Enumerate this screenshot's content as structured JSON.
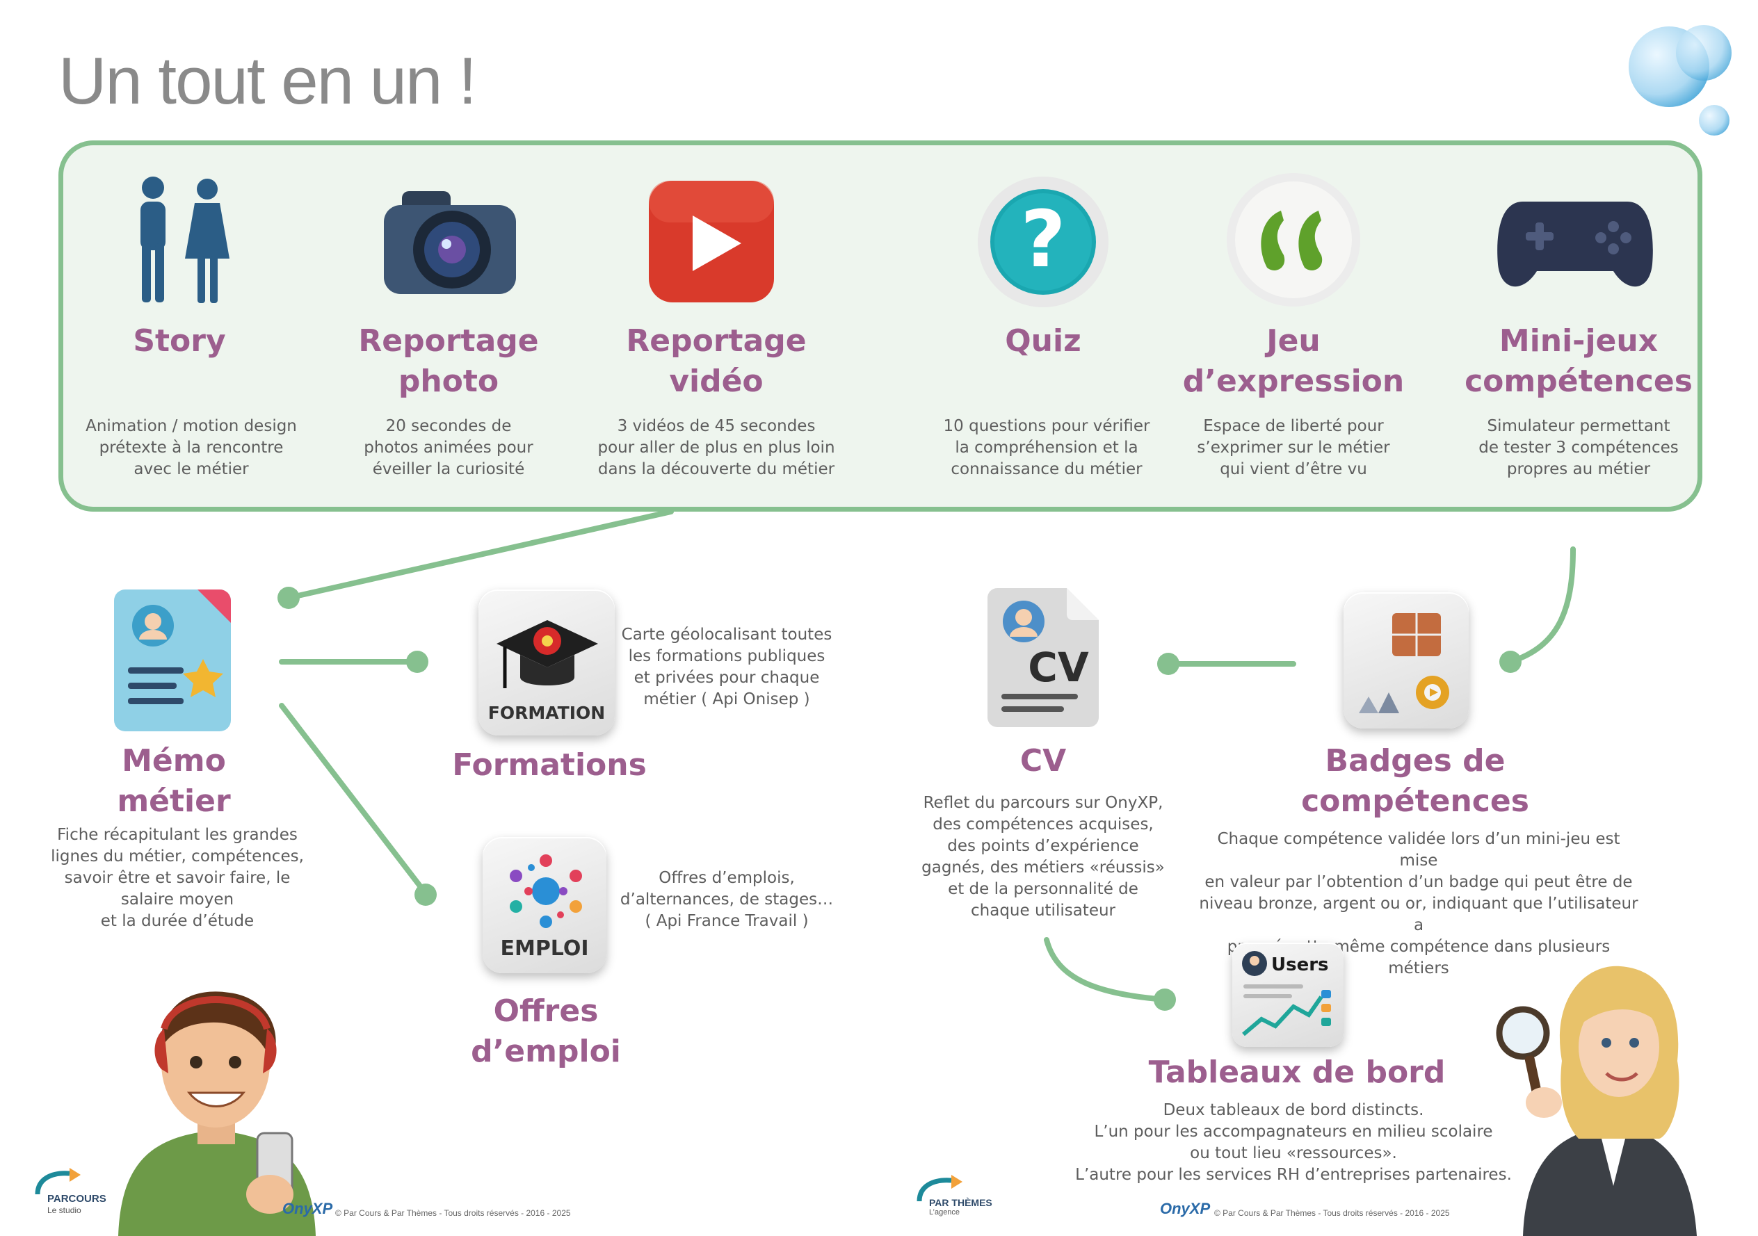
{
  "title": "Un tout en un !",
  "top_items": [
    {
      "name": "Story",
      "desc": "Animation / motion design\nprétexte à la rencontre\navec le métier",
      "icon": "people-icon"
    },
    {
      "name": "Reportage\nphoto",
      "desc": "20 secondes de\nphotos animées pour\néveiller la curiosité",
      "icon": "camera-icon"
    },
    {
      "name": "Reportage\nvidéo",
      "desc": "3 vidéos de 45 secondes\npour aller de plus en plus loin\ndans la découverte du métier",
      "icon": "play-icon"
    },
    {
      "name": "Quiz",
      "desc": "10 questions pour vérifier\nla compréhension et la\nconnaissance du métier",
      "icon": "question-icon"
    },
    {
      "name": "Jeu\nd’expression",
      "desc": "Espace de liberté pour\ns’exprimer sur le métier\nqui vient d’être vu",
      "icon": "quote-icon"
    },
    {
      "name": "Mini-jeux\ncompétences",
      "desc": "Simulateur permettant\nde tester 3 compétences\npropres au métier",
      "icon": "gamepad-icon"
    }
  ],
  "memo": {
    "name": "Mémo\nmétier",
    "desc": "Fiche récapitulant les grandes\nlignes du métier, compétences,\nsavoir être et savoir faire, le\nsalaire moyen\net la durée d’étude"
  },
  "formations": {
    "name": "Formations",
    "tile_label": "FORMATION",
    "desc": "Carte géolocalisant toutes\nles formations publiques\net privées pour chaque\nmétier ( Api Onisep )"
  },
  "offres": {
    "name": "Offres\nd’emploi",
    "tile_label": "EMPLOI",
    "desc": "Offres d’emplois,\nd’alternances, de stages…\n( Api France Travail )"
  },
  "cv": {
    "name": "CV",
    "tile_label": "CV",
    "desc": "Reflet du parcours sur OnyXP,\ndes compétences acquises,\ndes points d’expérience\ngagnés, des métiers «réussis»\net de la personnalité de\nchaque utilisateur"
  },
  "badges": {
    "name": "Badges de\ncompétences",
    "desc": "Chaque compétence validée lors d’un mini-jeu est mise\nen valeur par l’obtention d’un badge qui peut être de\nniveau bronze, argent ou or, indiquant que l’utilisateur a\nprouvé cette même compétence dans plusieurs métiers"
  },
  "tableaux": {
    "name": "Tableaux de bord",
    "tile_label": "Users",
    "desc": "Deux tableaux de bord distincts.\nL’un pour les accompagnateurs en milieu scolaire\nou tout lieu «ressources».\nL’autre pour les services RH d’entreprises partenaires."
  },
  "footer_left": {
    "logo_line1": "PARCOURS",
    "logo_line2": "Le studio",
    "brand": "OnyXP",
    "copyright": "© Par Cours & Par Thèmes - Tous droits réservés - 2016 - 2025"
  },
  "footer_right": {
    "logo_line1": "PAR THÈMES",
    "logo_line2": "L’agence",
    "brand": "OnyXP",
    "copyright": "© Par Cours & Par Thèmes - Tous droits réservés - 2016 - 2025"
  },
  "colors": {
    "accent_green": "#86c08f",
    "heading_purple": "#9c5e8e",
    "panel_bg": "#eef5ee"
  }
}
